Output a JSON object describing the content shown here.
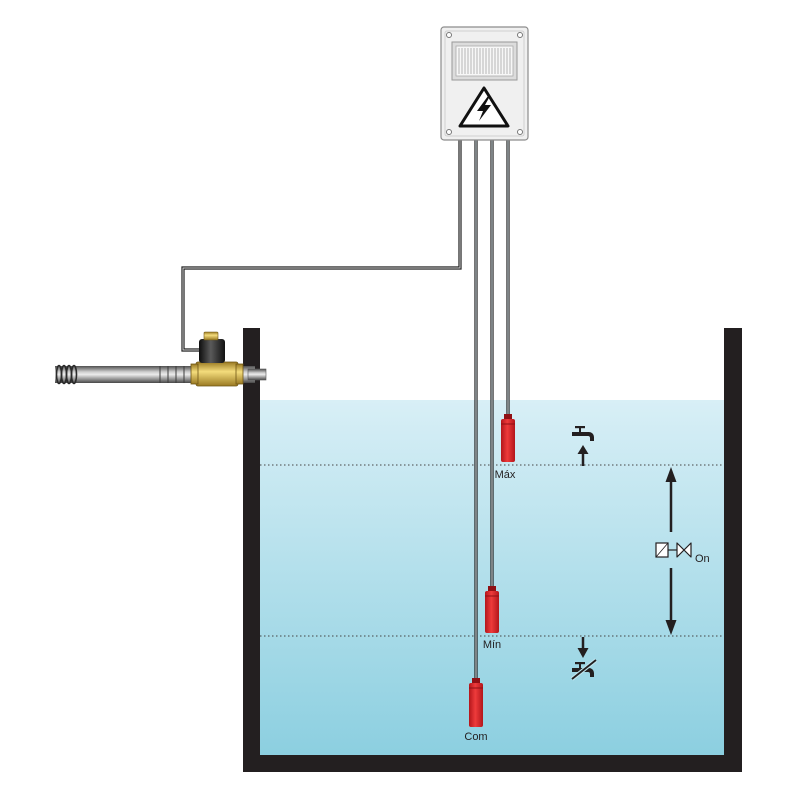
{
  "labels": {
    "max": "Máx",
    "min": "Mín",
    "common": "Com",
    "valve_state": "On"
  },
  "icons": {
    "control_box": "high-voltage-warning-icon",
    "fill_start": "faucet-open-icon",
    "fill_stop": "faucet-closed-icon",
    "valve": "solenoid-valve-symbol-icon",
    "level_range": "double-arrow-icon"
  },
  "colors": {
    "tank": "#231f20",
    "water_top": "#d8eff6",
    "water_bottom": "#8ccfe0",
    "electrode_light": "#ee3b3b",
    "electrode_dark": "#b3161b",
    "brass_light": "#f4dc7c",
    "brass_dark": "#9a7a22"
  }
}
